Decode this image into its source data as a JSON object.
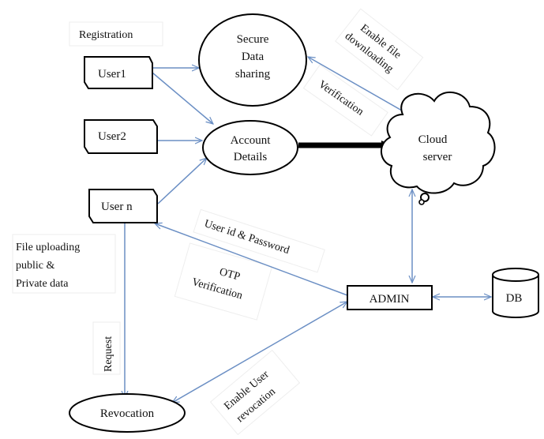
{
  "nodes": {
    "user1": "User1",
    "user2": "User2",
    "usern": "User n",
    "secure_line1": "Secure",
    "secure_line2": "Data",
    "secure_line3": "sharing",
    "account_line1": "Account",
    "account_line2": "Details",
    "cloud_line1": "Cloud",
    "cloud_line2": "server",
    "admin": "ADMIN",
    "db": "DB",
    "revocation": "Revocation"
  },
  "labels": {
    "registration": "Registration",
    "enable_file_line1": "Enable file",
    "enable_file_line2": "downloading",
    "verification": "Verification",
    "userid_password": "User id & Password",
    "otp_line1": "OTP",
    "otp_line2": "Verification",
    "file_upload_line1": "File uploading",
    "file_upload_line2": "public &",
    "file_upload_line3": "Private data",
    "request": "Request",
    "enable_revocation_line1": "Enable User",
    "enable_revocation_line2": "revocation"
  },
  "colors": {
    "arrow": "#6b8fc4",
    "stroke": "#000000",
    "background": "#ffffff"
  }
}
